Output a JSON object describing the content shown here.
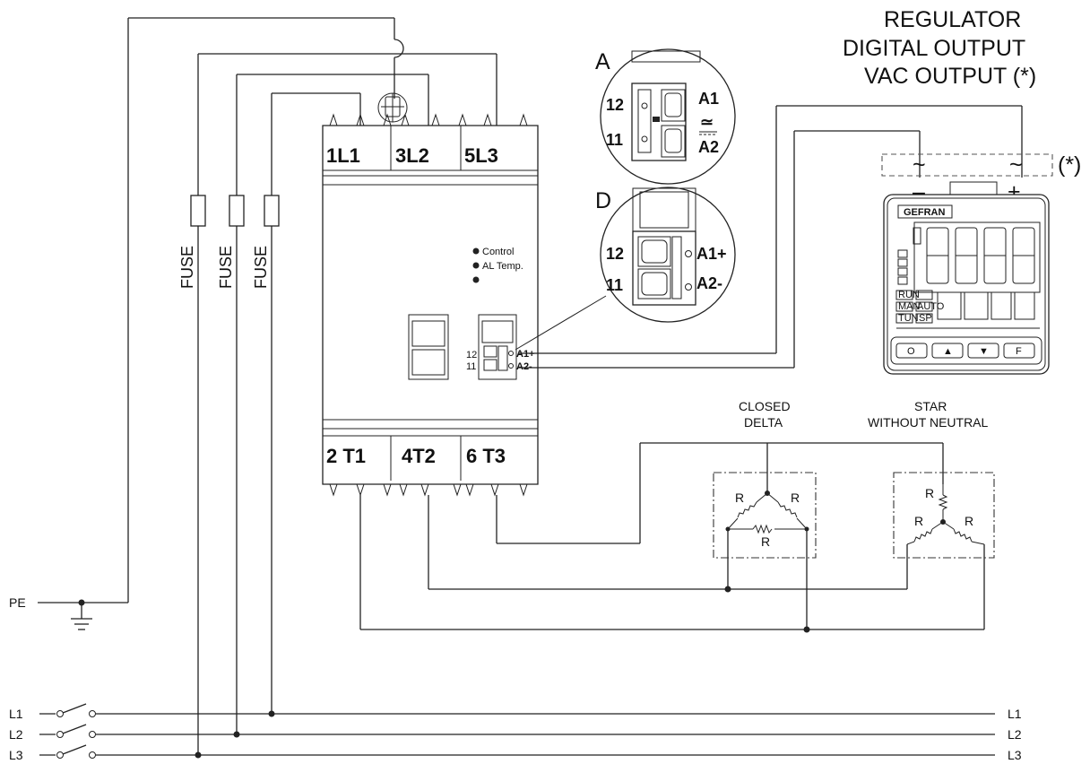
{
  "regulator": {
    "title_line1": "REGULATOR",
    "title_line2": "DIGITAL OUTPUT",
    "title_line3": "VAC OUTPUT (*)",
    "asterisk_note": "(*)",
    "minus": "–",
    "plus": "+",
    "tilde": "~",
    "brand": "GEFRAN",
    "display_digits": "8888",
    "side_labels": [
      "RUN",
      "MAN",
      "TUN"
    ],
    "side_labels2": [
      "",
      "AUTO",
      "SP"
    ],
    "buttons": [
      "O",
      "▲",
      "▼",
      "F"
    ]
  },
  "device": {
    "top_terminals": [
      "1L1",
      "3L2",
      "5L3"
    ],
    "bottom_terminals": [
      "2 T1",
      "4T2",
      "6 T3"
    ],
    "leds": [
      "Control",
      "AL Temp.",
      ""
    ],
    "connector_pins": [
      "12",
      "11"
    ],
    "connector_labels": [
      "A1+",
      "A2-"
    ]
  },
  "detail_a": {
    "letter": "A",
    "pins": [
      "12",
      "11"
    ],
    "labels": [
      "A1",
      "A2"
    ],
    "ac_symbol": "≃"
  },
  "detail_d": {
    "letter": "D",
    "pins": [
      "12",
      "11"
    ],
    "labels": [
      "A1+",
      "A2-"
    ]
  },
  "fuses": [
    "FUSE",
    "FUSE",
    "FUSE"
  ],
  "loads": {
    "delta_title": [
      "CLOSED",
      "DELTA"
    ],
    "star_title": [
      "STAR",
      "WITHOUT NEUTRAL"
    ],
    "resistor": "R"
  },
  "power": {
    "pe": "PE",
    "lines_left": [
      "L1",
      "L2",
      "L3"
    ],
    "lines_right": [
      "L1",
      "L2",
      "L3"
    ]
  }
}
